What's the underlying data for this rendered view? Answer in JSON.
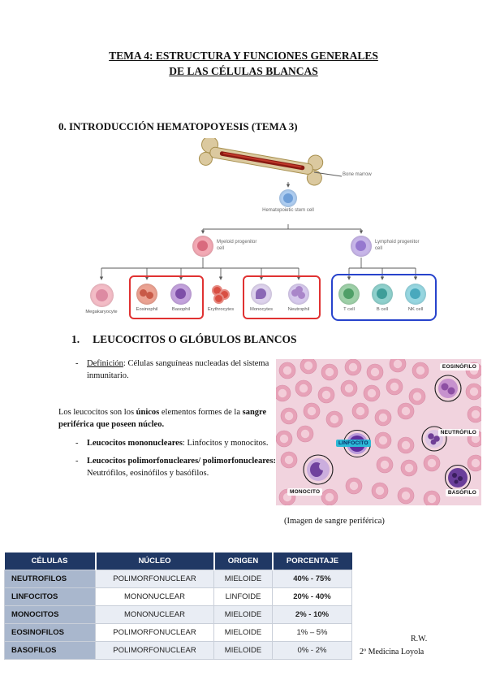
{
  "title": {
    "line1": "TEMA 4: ESTRUCTURA Y FUNCIONES GENERALES",
    "line2": "DE LAS CÉLULAS BLANCAS"
  },
  "section0": {
    "heading": "0. INTRODUCCIÓN HEMATOPOYESIS (TEMA 3)"
  },
  "diagram": {
    "bone_marrow_label": "Bone marrow",
    "stem_cell_label": "Hematopoietic stem cell",
    "stem_color": "#aecdf0",
    "stem_nucleus": "#6f9fd8",
    "highlight_red": "#e03232",
    "highlight_blue": "#2743cc",
    "progenitors": [
      {
        "label": "Myeloid progenitor cell",
        "color": "#f2a9b4",
        "nucleus": "#d96a7e"
      },
      {
        "label": "Lymphoid progenitor cell",
        "color": "#c7b5e8",
        "nucleus": "#9678cf"
      }
    ],
    "cells": [
      {
        "name": "Megakaryocyte",
        "color": "#f3bcc6",
        "nucleus": "#dd8ba2"
      },
      {
        "name": "Eosinophil",
        "color": "#eba292",
        "nucleus": "#c85a48"
      },
      {
        "name": "Basophil",
        "color": "#c3a2dc",
        "nucleus": "#7e4fa8"
      },
      {
        "name": "Erythrocytes",
        "color": "#d94f43"
      },
      {
        "name": "Monocytes",
        "color": "#ddd2ec",
        "nucleus": "#8a68b5"
      },
      {
        "name": "Neutrophil",
        "color": "#d6c9ec",
        "nucleus": "#a986c9"
      },
      {
        "name": "T cell",
        "color": "#9ed0a8",
        "nucleus": "#4f9f67"
      },
      {
        "name": "B cell",
        "color": "#8fd0cc",
        "nucleus": "#3f9e99"
      },
      {
        "name": "NK cell",
        "color": "#96d6e0",
        "nucleus": "#49a9bd"
      }
    ]
  },
  "section1": {
    "heading_number": "1.",
    "heading_text": "LEUCOCITOS O GLÓBULOS BLANCOS",
    "definition": {
      "dash": "-",
      "term": "Definición",
      "rest": ": Células sanguíneas nucleadas del sistema inmunitario."
    },
    "paragraph": {
      "pre": "Los leucocitos son los ",
      "bold1": "únicos",
      "mid": " elementos formes de la ",
      "bold2": "sangre periférica que poseen núcleo."
    },
    "bullets": [
      {
        "dash": "-",
        "bold": "Leucocitos mononucleares",
        "rest": ": Linfocitos y monocitos."
      },
      {
        "dash": "-",
        "bold": "Leucocitos polimorfonucleares/ polimorfonucleares:",
        "rest": " Neutrófilos, eosinófilos y basófilos."
      }
    ]
  },
  "blood_image": {
    "labels": {
      "eosinofilo": "EOSINÓFILO",
      "neutrofilo": "NEUTRÓFILO",
      "linfocito": "LINFOCITO",
      "monocito": "MONOCITO",
      "basofilo": "BASÓFILO"
    },
    "caption": "(Imagen de sangre periférica)"
  },
  "table": {
    "header_bg": "#203864",
    "headers": [
      "CÉLULAS",
      "NÚCLEO",
      "ORIGEN",
      "PORCENTAJE"
    ],
    "rows": [
      {
        "cells": [
          "NEUTROFILOS",
          "POLIMORFONUCLEAR",
          "MIELOIDE",
          "40% - 75%"
        ],
        "pct_bold": true
      },
      {
        "cells": [
          "LINFOCITOS",
          "MONONUCLEAR",
          "LINFOIDE",
          "20% - 40%"
        ],
        "pct_bold": true
      },
      {
        "cells": [
          "MONOCITOS",
          "MONONUCLEAR",
          "MIELOIDE",
          "2% - 10%"
        ],
        "pct_bold": true
      },
      {
        "cells": [
          "EOSINOFILOS",
          "POLIMORFONUCLEAR",
          "MIELOIDE",
          "1% – 5%"
        ],
        "pct_bold": false
      },
      {
        "cells": [
          "BASOFILOS",
          "POLIMORFONUCLEAR",
          "MIELOIDE",
          "0% - 2%"
        ],
        "pct_bold": false
      }
    ]
  },
  "footer": {
    "initials": "R.W.",
    "school": "2º Medicina Loyola"
  }
}
